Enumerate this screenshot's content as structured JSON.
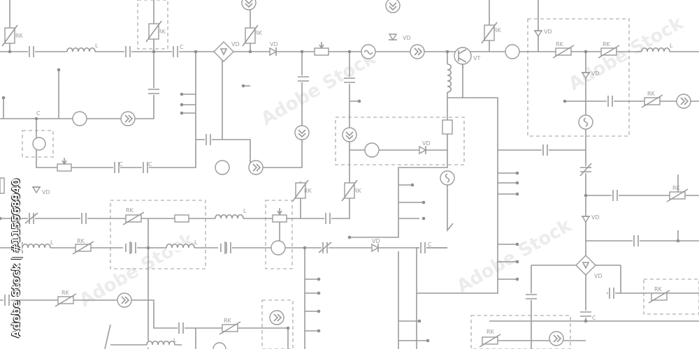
{
  "watermark": {
    "text": "Adobe Stock | #115568940",
    "brand_mark": "adobe-stock-logo"
  },
  "labels": {
    "rk": "RK",
    "vd": "VD",
    "vt": "VT",
    "c": "C",
    "l": "L"
  },
  "colors": {
    "background": "#ffffff",
    "line": "#9a9a9a",
    "dashed_box": "#9e9e9e",
    "label": "#9a9a9a"
  }
}
